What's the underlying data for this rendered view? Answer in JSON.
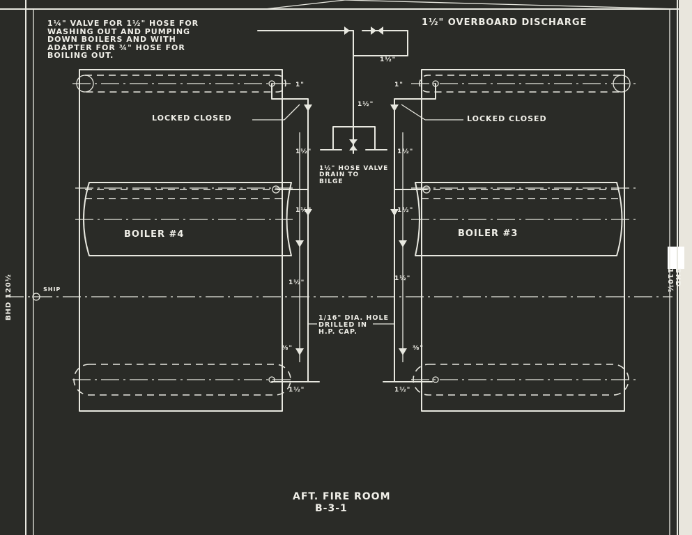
{
  "diagram": {
    "note_valve": "1¼\" VALVE FOR 1½\" HOSE FOR\nWASHING OUT AND PUMPING\nDOWN BOILERS AND WITH\nADAPTER FOR ¾\" HOSE FOR\nBOILING OUT.",
    "overboard_discharge": "1½\" OVERBOARD DISCHARGE",
    "locked_closed_left": "LOCKED CLOSED",
    "locked_closed_right": "LOCKED CLOSED",
    "boiler_left": "BOILER #4",
    "boiler_right": "BOILER #3",
    "hose_valve_drain": "1½\" HOSE VALVE\nDRAIN TO\nBILGE",
    "hole_note": "1/16\" DIA. HOLE\nDRILLED IN\nH.P. CAP.",
    "bhd_left": "BHD 120½",
    "bhd_right": "BHD 110½",
    "ship_centerline": "SHIP",
    "title_line1": "AFT. FIRE ROOM",
    "title_line2": "B-3-1",
    "pipe_sizes": {
      "top_1_5": "1½\"",
      "left_1in": "1\"",
      "right_1in": "1\"",
      "center_1_5": "1½\"",
      "left_upper": "1½\"",
      "left_mid": "1½\"",
      "left_low": "1½\"",
      "left_bottom": "1½\"",
      "left_3_8": "⅜\"",
      "right_upper": "1½\"",
      "right_mid": "1½\"",
      "right_low": "1½\"",
      "right_bottom": "1½\"",
      "right_3_8": "⅜\""
    }
  }
}
